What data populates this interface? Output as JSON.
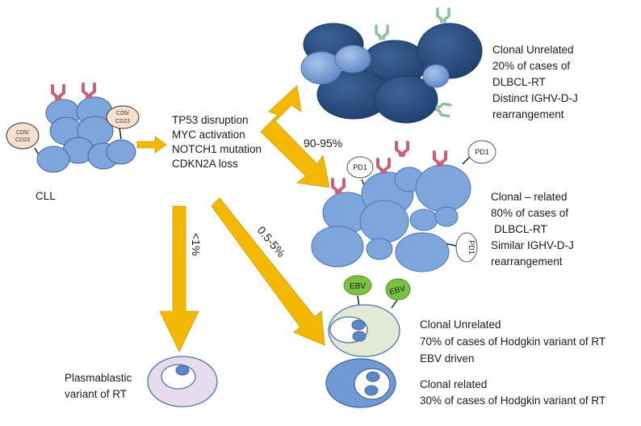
{
  "cll": {
    "label": "CLL",
    "marker_left_1": "CD5/",
    "marker_left_2": "CD23",
    "marker_right_1": "CD5/",
    "marker_right_2": "CD23"
  },
  "mechanisms": {
    "line1": "TP53 disruption",
    "line2": "MYC activation",
    "line3": "NOTCH1 mutation",
    "line4": "CDKN2A loss"
  },
  "percentages": {
    "dlbcl": "90-95%",
    "hodgkin": "0.5-5%",
    "plasmablastic": "<1%"
  },
  "clonal_unrelated_dlbcl": {
    "line1": "Clonal Unrelated",
    "line2": "20% of cases of",
    "line3": "DLBCL-RT",
    "line4": "Distinct IGHV-D-J",
    "line5": "rearrangement"
  },
  "clonal_related_dlbcl": {
    "line1": "Clonal – related",
    "line2": "80% of cases of",
    "line3": "DLBCL-RT",
    "line4": "Similar IGHV-D-J",
    "line5": "rearrangement",
    "pd1_a": "PD1",
    "pd1_b": "PD1",
    "pd1_c": "PD1"
  },
  "hodgkin_unrelated": {
    "line1": "Clonal Unrelated",
    "line2": "70% of cases of Hodgkin variant of RT",
    "line3": "EBV driven",
    "ebv_a": "EBV",
    "ebv_b": "EBV"
  },
  "hodgkin_related": {
    "line1": "Clonal related",
    "line2": "30% of cases of Hodgkin variant of RT"
  },
  "plasmablastic": {
    "line1": "Plasmablastic",
    "line2": "variant of RT"
  },
  "colors": {
    "arrow": "#f5b800",
    "cell_light": "#7fa6dc",
    "cell_dark": "#2f5488",
    "receptor_pink": "#c8607a",
    "receptor_green": "#8dbf9b",
    "ebv": "#7cc242"
  }
}
